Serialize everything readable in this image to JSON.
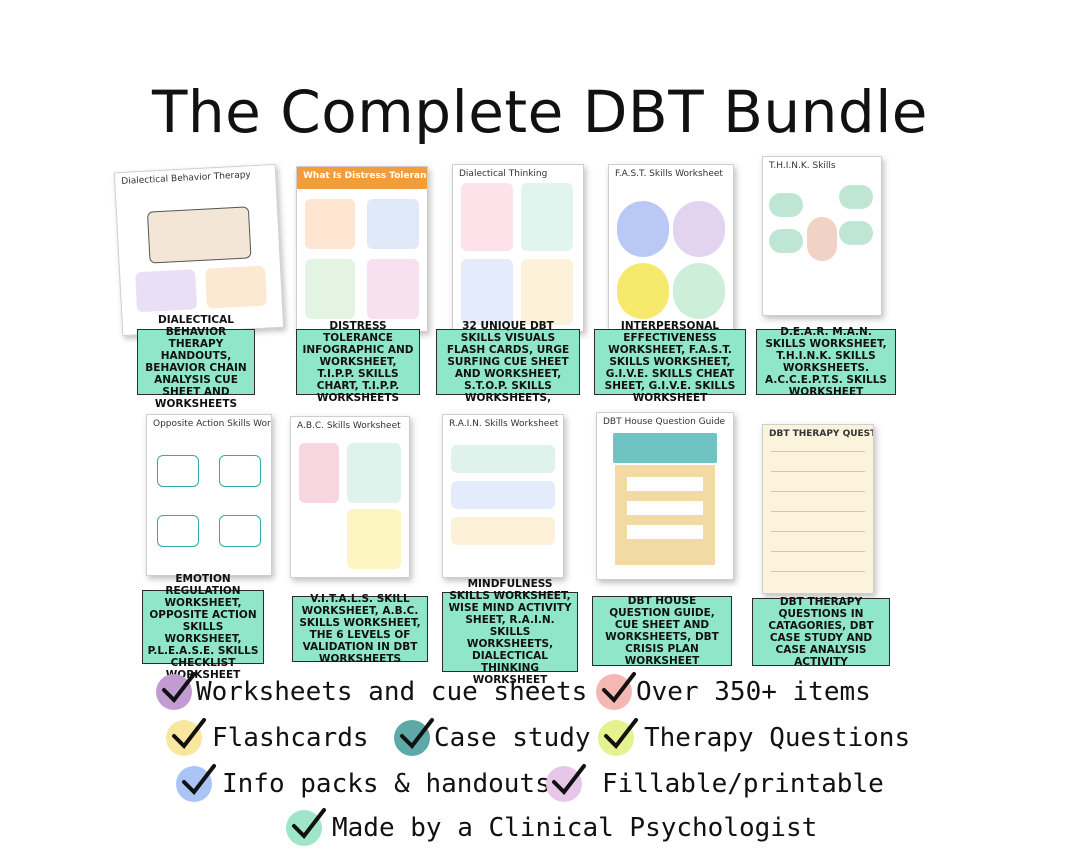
{
  "title": "The Complete DBT Bundle",
  "thumb_titles": {
    "t1": "Dialectical Behavior Therapy",
    "t2": "What Is Distress Tolerance?",
    "t3": "Dialectical Thinking",
    "t4": "F.A.S.T. Skills Worksheet",
    "t5": "T.H.I.N.K. Skills",
    "t6": "Opposite Action Skills Worksheet",
    "t7": "A.B.C. Skills Worksheet",
    "t8": "R.A.I.N. Skills Worksheet",
    "t9": "DBT House Question Guide",
    "t10": "DBT THERAPY QUESTIONS"
  },
  "captions": [
    "Dialectical behavior therapy handouts, behavior chain analysis cue sheet and worksheets",
    "Distress tolerance infographic and worksheet, T.I.P.P. skills chart, T.I.P.P. worksheets",
    "32 unique DBT skills visuals flash cards, urge surfing cue sheet and worksheet, S.T.O.P. skills worksheets,",
    "Interpersonal effectiveness worksheet, F.A.S.T. skills worksheet, G.I.V.E. skills cheat sheet, G.I.V.E. skills worksheet",
    "D.E.A.R. M.A.N. skills worksheet, T.H.I.N.K. skills worksheets. A.C.C.E.P.T.S. skills worksheet",
    "Emotion regulation worksheet, opposite action skills worksheet, P.L.E.A.S.E. skills checklist worksheet",
    "V.I.T.A.L.S. skill worksheet, A.B.C. skills worksheet, the 6 levels of validation in DBT worksheets",
    "Mindfulness skills worksheet, wise mind activity sheet, R.A.I.N. skills worksheets, dialectical thinking worksheet",
    "DBT house question guide, cue sheet and worksheets, DBT crisis plan worksheet",
    "DBT therapy questions in catagories, DBT case study and case analysis activity"
  ],
  "features": [
    {
      "label": "Worksheets and cue sheets",
      "color": "#c39bd3",
      "icon": "check-icon"
    },
    {
      "label": "Over 350+ items",
      "color": "#f5b7b1",
      "icon": "check-icon"
    },
    {
      "label": "Flashcards",
      "color": "#f9e79f",
      "icon": "check-icon"
    },
    {
      "label": "Case study",
      "color": "#5fa8a8",
      "icon": "check-icon"
    },
    {
      "label": "Therapy Questions",
      "color": "#e4f28f",
      "icon": "check-icon"
    },
    {
      "label": "Info packs & handouts",
      "color": "#a9c4f5",
      "icon": "check-icon"
    },
    {
      "label": "Fillable/printable",
      "color": "#e8c6e8",
      "icon": "check-icon"
    },
    {
      "label": "Made by a Clinical Psychologist",
      "color": "#9ee6c7",
      "icon": "check-icon"
    }
  ]
}
